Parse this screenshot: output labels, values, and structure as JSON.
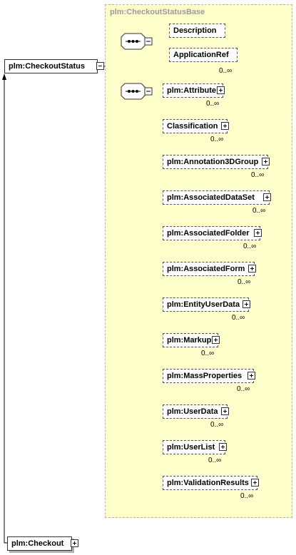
{
  "base_type": "plm:CheckoutStatusBase",
  "root": "plm:CheckoutStatus",
  "bottom": "plm:Checkout",
  "seq1_children": [
    {
      "label": "Description",
      "mult": ""
    },
    {
      "label": "ApplicationRef",
      "mult": "0..∞"
    }
  ],
  "choice_children": [
    {
      "label": "plm:Attribute",
      "mult": "0..∞"
    },
    {
      "label": "Classification",
      "mult": "0..∞"
    },
    {
      "label": "plm:Annotation3DGroup",
      "mult": "0..∞"
    },
    {
      "label": "plm:AssociatedDataSet",
      "mult": "0..∞"
    },
    {
      "label": "plm:AssociatedFolder",
      "mult": "0..∞"
    },
    {
      "label": "plm:AssociatedForm",
      "mult": "0..∞"
    },
    {
      "label": "plm:EntityUserData",
      "mult": "0..∞"
    },
    {
      "label": "plm:Markup",
      "mult": "0..∞"
    },
    {
      "label": "plm:MassProperties",
      "mult": "0..∞"
    },
    {
      "label": "plm:UserData",
      "mult": "0..∞"
    },
    {
      "label": "plm:UserList",
      "mult": "0..∞"
    },
    {
      "label": "plm:ValidationResults",
      "mult": "0..∞"
    }
  ]
}
